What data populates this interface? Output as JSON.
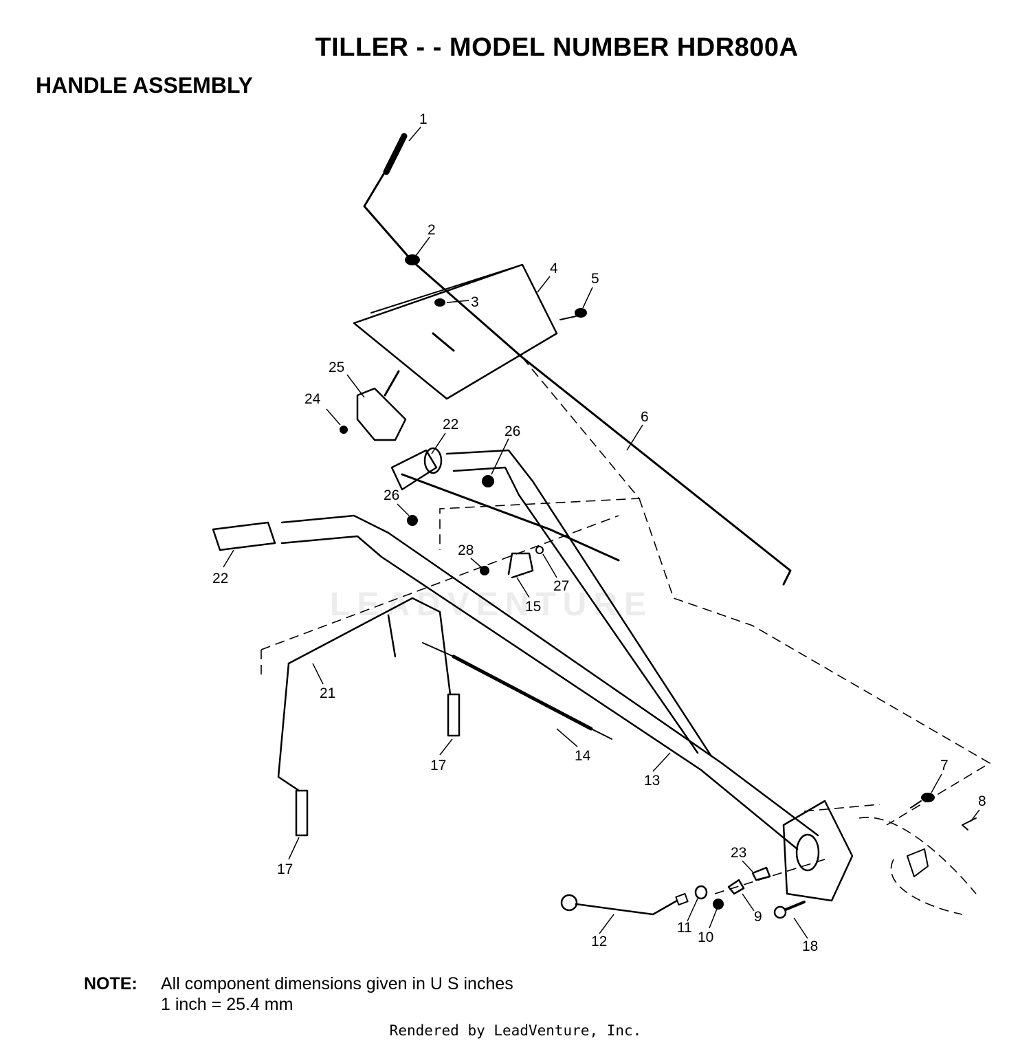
{
  "title": "TILLER - - MODEL NUMBER HDR800A",
  "subtitle": "HANDLE ASSEMBLY",
  "watermark": "LEADVENTURE",
  "callouts": [
    "1",
    "2",
    "3",
    "4",
    "5",
    "6",
    "7",
    "8",
    "9",
    "10",
    "11",
    "12",
    "13",
    "14",
    "15",
    "17",
    "17",
    "18",
    "21",
    "22",
    "22",
    "23",
    "24",
    "25",
    "26",
    "26",
    "27",
    "28"
  ],
  "note": {
    "label": "NOTE:",
    "line1": "All component dimensions given in U S  inches",
    "line2": "1 inch = 25.4 mm"
  },
  "footer": "Rendered by LeadVenture, Inc."
}
